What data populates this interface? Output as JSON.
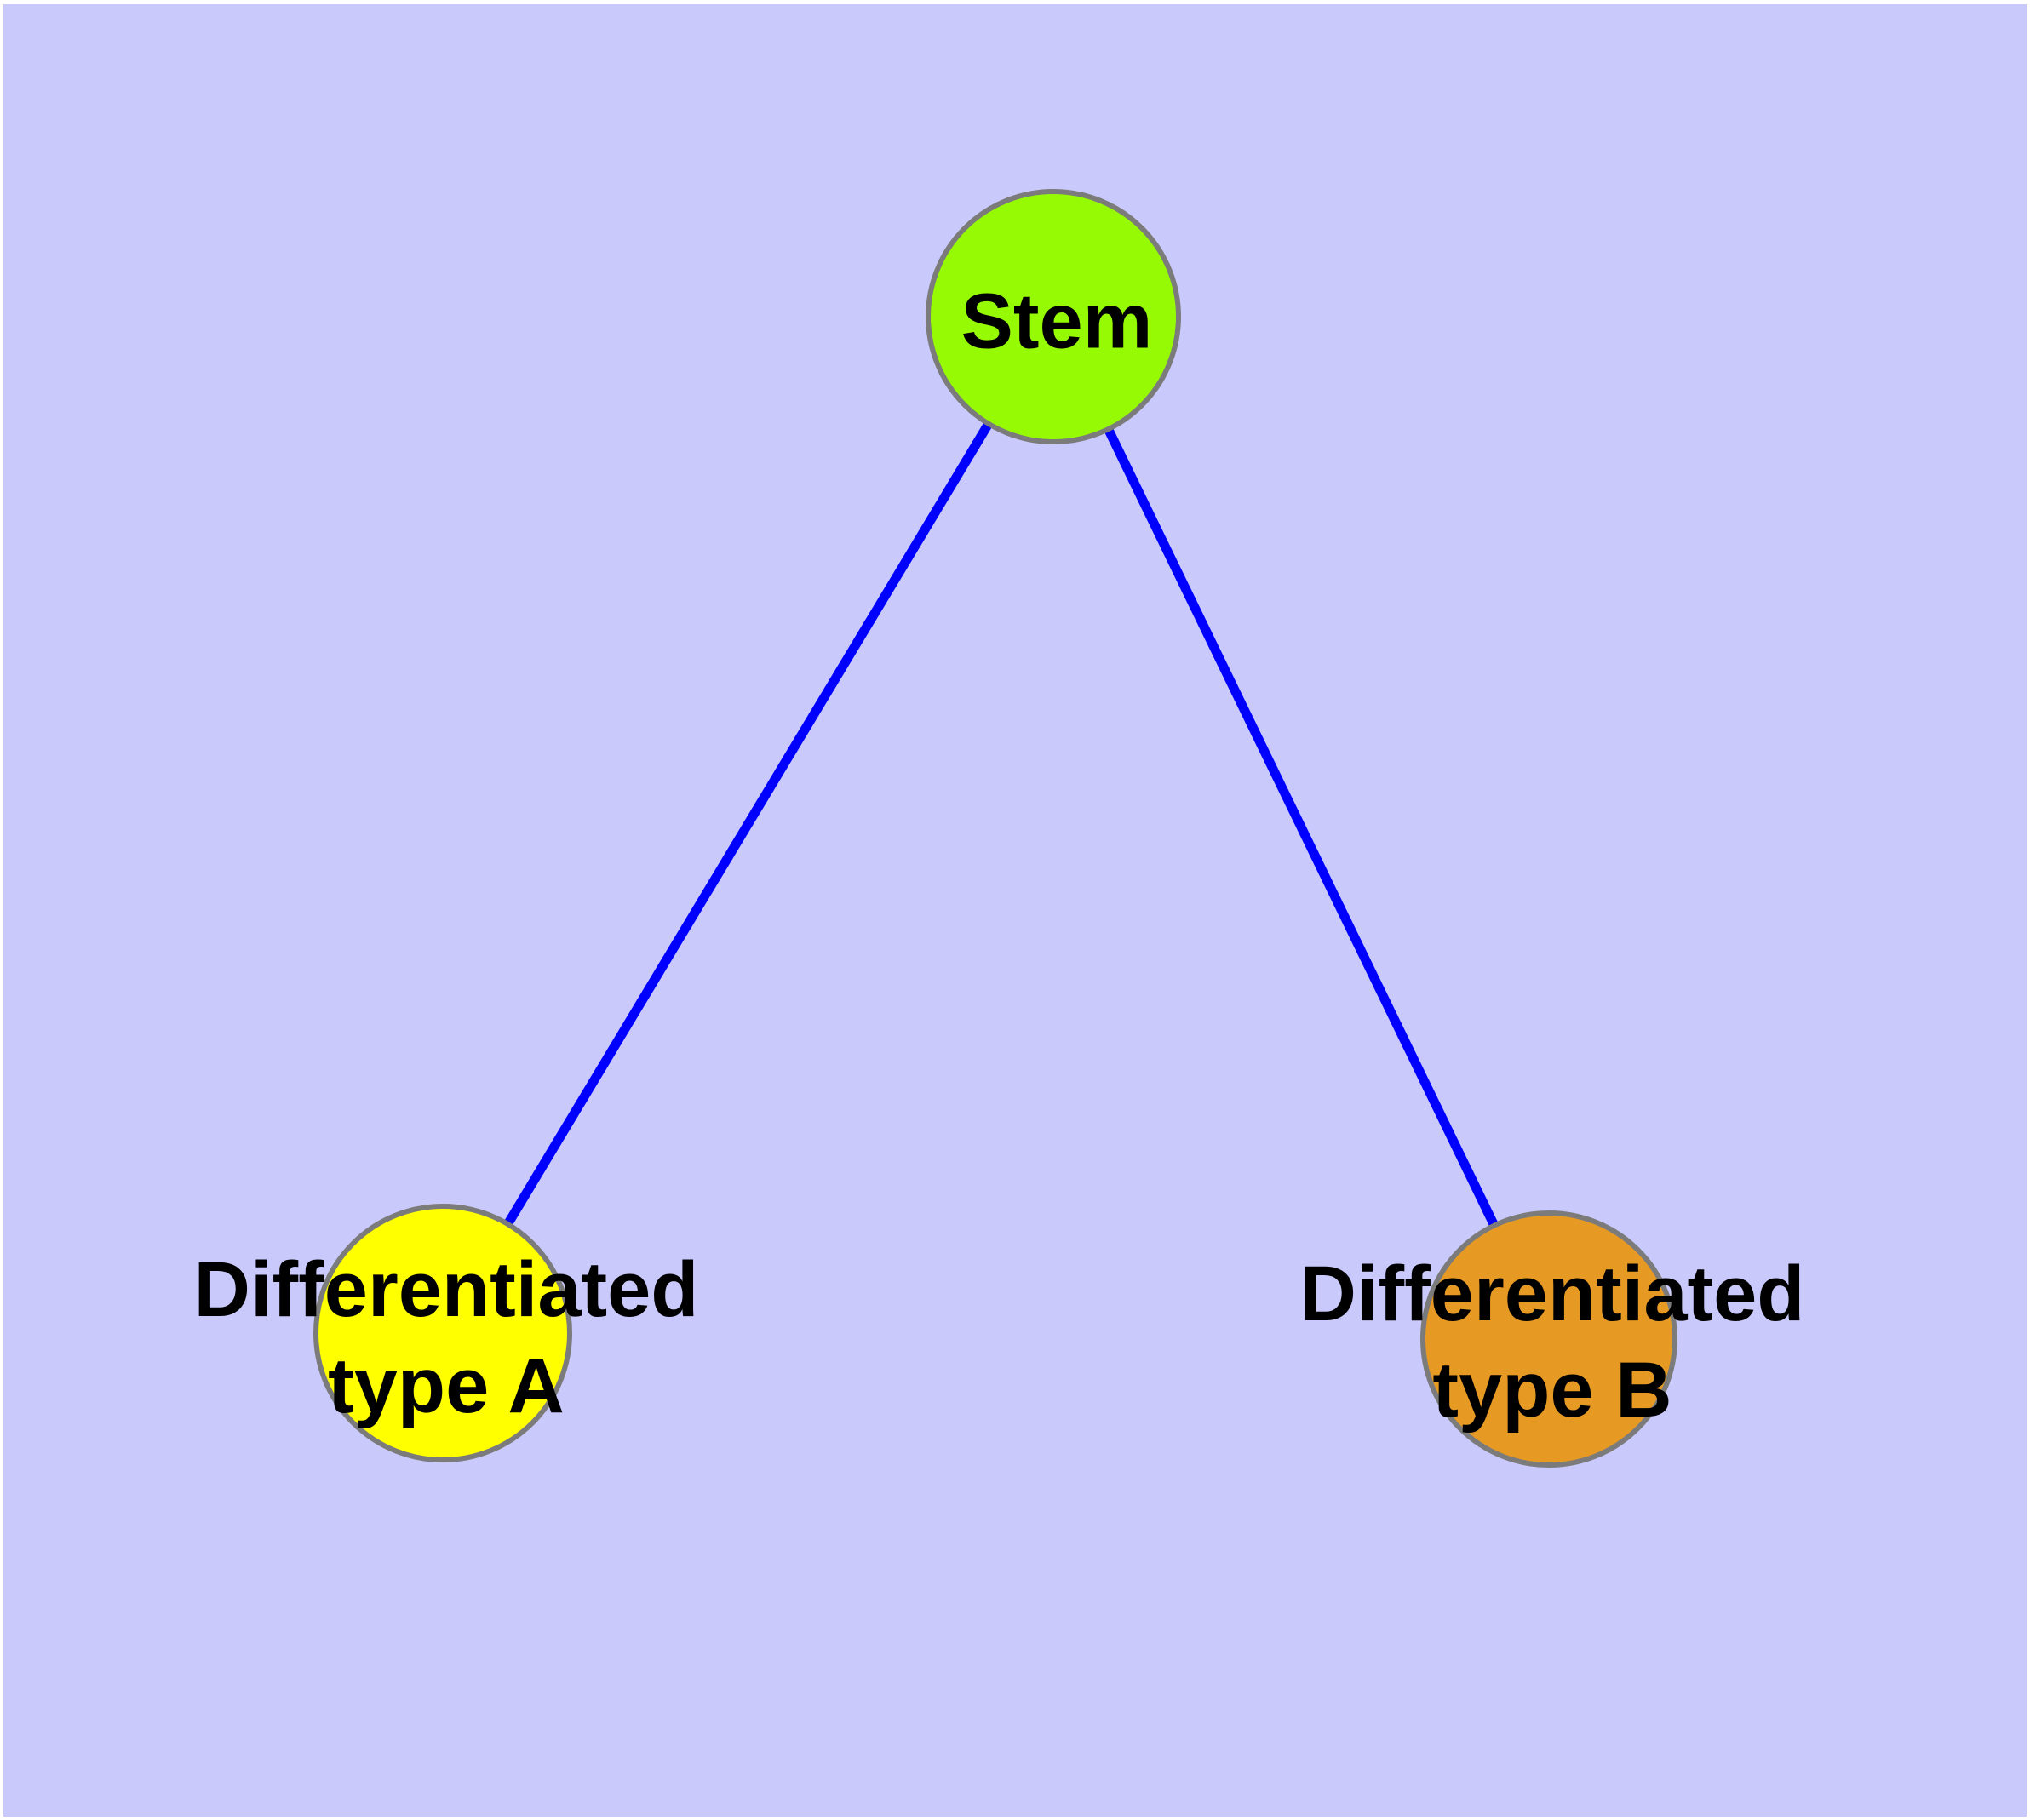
{
  "colors": {
    "page_margin": "#ffffff",
    "background": "#c9c9fb",
    "edge": "#0000ff",
    "node_border": "#7b7b7b",
    "label_text": "#000000"
  },
  "nodes": {
    "stem": {
      "label": "Stem",
      "label_lines": [
        "Stem"
      ],
      "color": "#96fa05"
    },
    "type_a": {
      "label": "Differentiated type A",
      "label_lines": [
        "Differentiated",
        "type A"
      ],
      "color": "#ffff00"
    },
    "type_b": {
      "label": "Differentiated type B",
      "label_lines": [
        "Differentiated",
        "type B"
      ],
      "color": "#e79a23"
    }
  },
  "edges": [
    {
      "from": "Stem",
      "to": "Differentiated type A"
    },
    {
      "from": "Stem",
      "to": "Differentiated type B"
    }
  ]
}
